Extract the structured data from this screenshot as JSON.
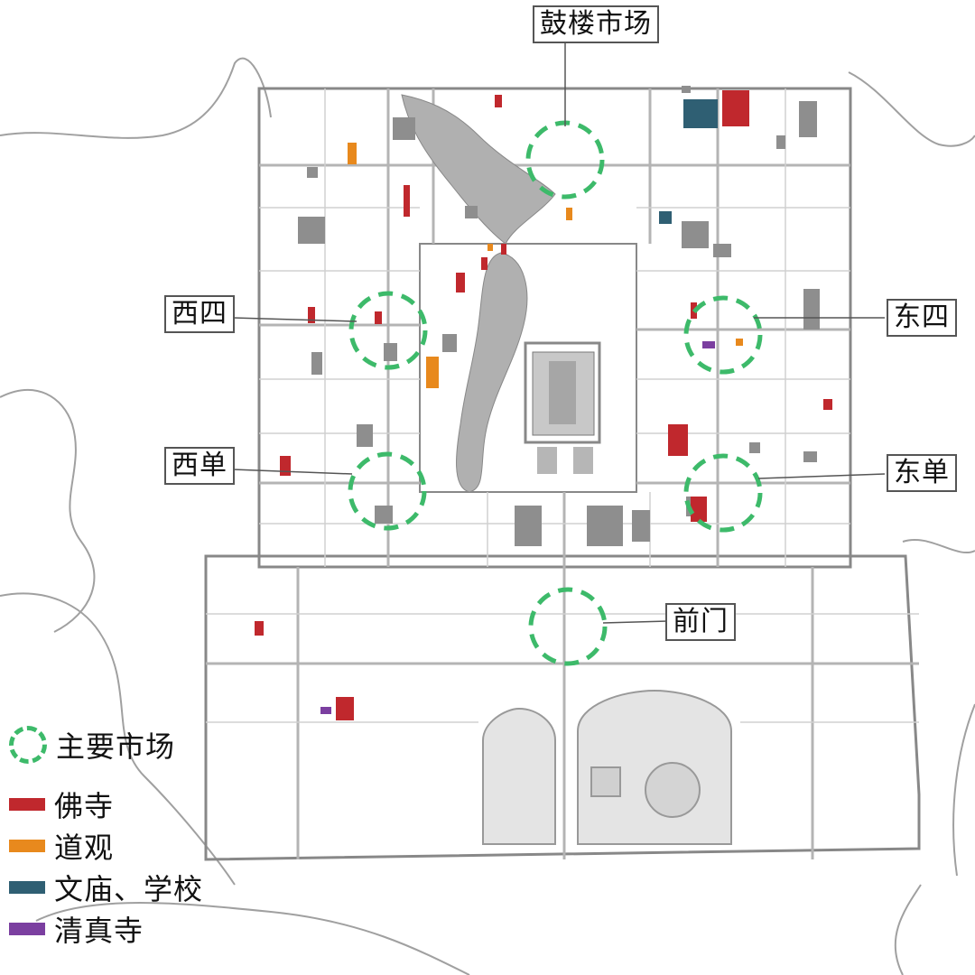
{
  "colors": {
    "buddhist_temple": "#c0282d",
    "taoist_temple": "#e8891d",
    "confucian_school": "#2f5f73",
    "mosque": "#7b3fa0",
    "market_ring": "#3dba6a",
    "road": "#9a9a9a",
    "building": "#8a8a8a",
    "water": "#a8a8a8",
    "river": "#999999"
  },
  "markets": [
    {
      "name": "鼓楼市场",
      "icon": "dashed-circle"
    },
    {
      "name": "西四",
      "icon": "dashed-circle"
    },
    {
      "name": "东四",
      "icon": "dashed-circle"
    },
    {
      "name": "西单",
      "icon": "dashed-circle"
    },
    {
      "name": "东单",
      "icon": "dashed-circle"
    },
    {
      "name": "前门",
      "icon": "dashed-circle"
    }
  ],
  "legend": [
    {
      "label": "主要市场",
      "icon": "dashed-green-circle"
    },
    {
      "label": "佛寺",
      "color": "#c0282d"
    },
    {
      "label": "道观",
      "color": "#e8891d"
    },
    {
      "label": "文庙、学校",
      "color": "#2f5f73"
    },
    {
      "label": "清真寺",
      "color": "#7b3fa0"
    }
  ]
}
